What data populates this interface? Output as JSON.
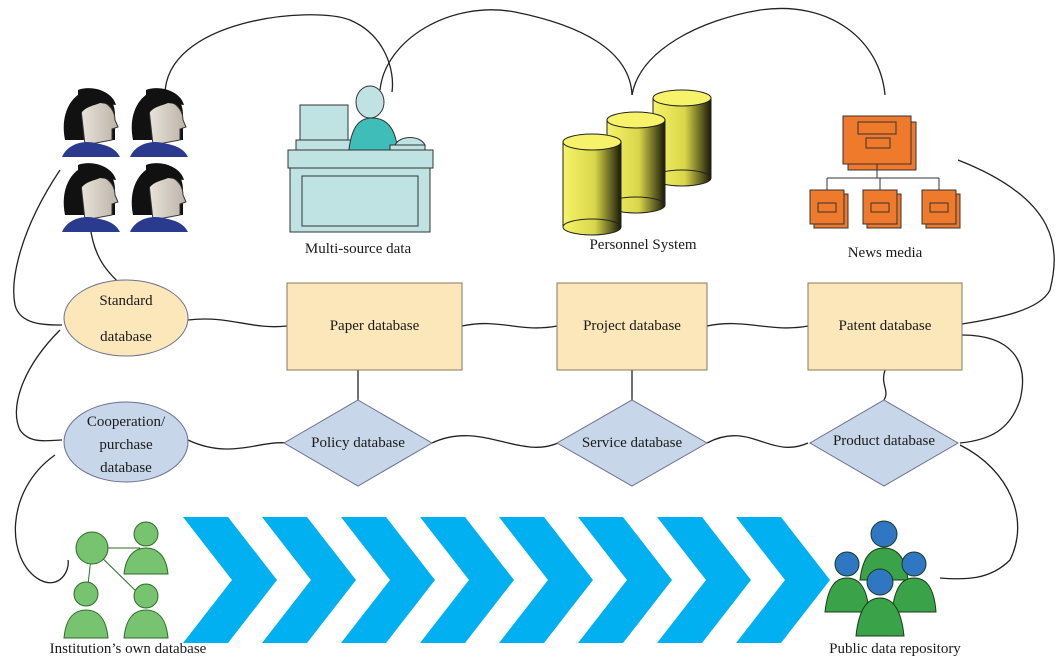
{
  "labels": {
    "multi_source": "Multi-source data",
    "personnel": "Personnel System",
    "news_media": "News media",
    "institution": "Institution’s own database",
    "public_repo": "Public data repository"
  },
  "ellipses": {
    "standard_line1": "Standard",
    "standard_line2": "database",
    "coop_line1": "Cooperation/",
    "coop_line2": "purchase",
    "coop_line3": "database"
  },
  "boxes": {
    "paper": "Paper database",
    "project": "Project database",
    "patent": "Patent database"
  },
  "diamonds": {
    "policy": "Policy database",
    "service": "Service database",
    "product": "Product database"
  },
  "colors": {
    "box_fill": "#fbe7b9",
    "box_stroke": "#8a7a5a",
    "diamond_fill": "#c8d6ea",
    "ellipse_standard": "#fbe7b9",
    "ellipse_coop": "#c8d6ea",
    "chevron": "#00b0f0",
    "computer": "#bfe3e3",
    "news_orange": "#f07a2c",
    "person_green": "#77c36f",
    "repo_blue": "#2f77c2",
    "repo_green": "#3aa34a"
  },
  "icons": {
    "users": "person-head-icon",
    "computer": "operator-workstation-icon",
    "cylinders": "database-cylinder-icon",
    "org": "org-chart-icon",
    "network": "people-network-icon",
    "repo": "people-group-icon",
    "chevron": "chevron-arrow-icon"
  }
}
